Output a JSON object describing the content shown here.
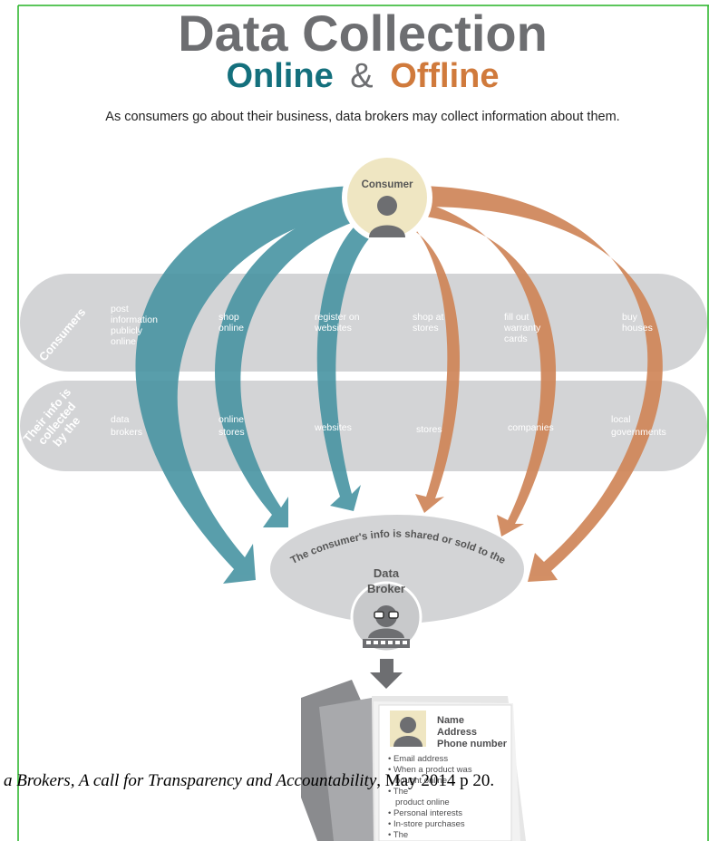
{
  "title": {
    "line1": "Data Collection",
    "online": "Online",
    "amp": "&",
    "offline": "Offline"
  },
  "subtitle": "As consumers go about their business, data brokers may collect information about them.",
  "consumer_label": "Consumer",
  "band_labels": {
    "top": "Consumers",
    "bottom_1": "Their info is",
    "bottom_2": "collected",
    "bottom_3": "by the"
  },
  "actions": [
    [
      "post",
      "information",
      "publicly",
      "online"
    ],
    [
      "shop",
      "online"
    ],
    [
      "register on",
      "websites"
    ],
    [
      "shop at",
      "stores"
    ],
    [
      "fill out",
      "warranty",
      "cards"
    ],
    [
      "buy",
      "houses"
    ]
  ],
  "collectors": [
    [
      "data",
      "brokers"
    ],
    [
      "online",
      "stores"
    ],
    [
      "websites"
    ],
    [
      "stores"
    ],
    [
      "companies"
    ],
    [
      "local",
      "governments"
    ]
  ],
  "shared_text": "The consumer's info is shared or sold to the",
  "broker": {
    "line1": "Data",
    "line2": "Broker"
  },
  "profile": {
    "fields": [
      "Name",
      "Address",
      "Phone number"
    ],
    "bullets": [
      "Email address",
      "When a product was",
      "bought online",
      "The",
      "product online",
      "Personal interests",
      "In-store purchases",
      "The"
    ]
  },
  "caption": {
    "italic_a": "a Brokers, A call for Transparency and ",
    "italic_b": "Accountability",
    "rest": ", May 2014 p 20."
  },
  "colors": {
    "teal": "#4c96a4",
    "orange": "#cf8558",
    "band": "#d3d4d6",
    "title_gray": "#6d6e71",
    "title_teal": "#14707d",
    "title_orange": "#d07a3c",
    "frame": "#25b325"
  }
}
